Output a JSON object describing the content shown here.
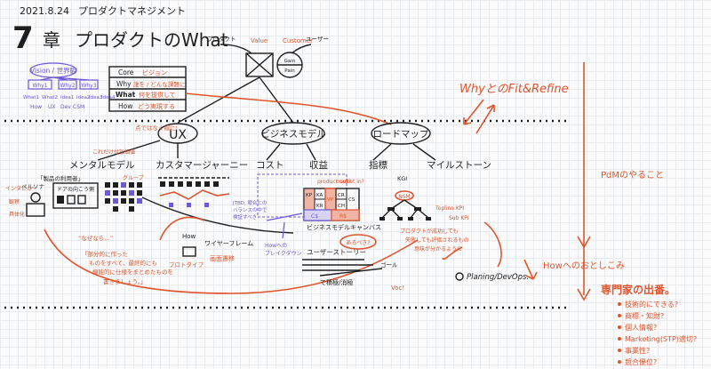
{
  "header": {
    "date": "2021.8.24",
    "series": "プロダクトマネジメント",
    "chapter_num": "7",
    "chapter_suffix": "章",
    "title": "プロダクトのWhat"
  },
  "vision": {
    "title": "Vision / 世界観",
    "items": [
      "Why1",
      "Why2",
      "Why3",
      "What1",
      "What2",
      "Idea1",
      "Idea2",
      "Idea3",
      "Idea4"
    ],
    "row": [
      "How",
      "UX",
      "Dev",
      "CSM"
    ]
  },
  "core_table": {
    "rows": [
      {
        "key": "Core",
        "value": "ビジョン"
      },
      {
        "key": "Why",
        "value": "誰を / どんな課題に"
      },
      {
        "key": "What",
        "value": "何を提供して"
      },
      {
        "key": "How",
        "value": "どう実現する"
      }
    ]
  },
  "value_diagram": {
    "labels": [
      "プロダクト",
      "Value",
      "Customer",
      "ユーザー"
    ],
    "circle": [
      "Gain",
      "Pain"
    ]
  },
  "nodes": {
    "ux": "UX",
    "business": "ビジネスモデル",
    "roadmap": "ロードマップ"
  },
  "ux_branch": {
    "note": "点ではなく線に!",
    "mental_model": "メンタルモデル",
    "customer_journey": "カスタマージャーニー",
    "persona": "ペルソナ",
    "persona_notes": [
      "インタビュー",
      "観察",
      "具体化"
    ],
    "persona_box": "ドアの向こう側",
    "left_notes": [
      "「製品の利用者」",
      "これだけ付加価値"
    ],
    "journey_labels": [
      "グループ",
      "How",
      "ワイヤーフレーム",
      "プロトタイプ",
      "画面遷移"
    ],
    "bottom_quote": [
      "“なぜなら…”",
      "「部分的に作った",
      "ものをすべて、最終的にも",
      "機能的に仕様をまとめたものを",
      "書きましょう。」"
    ]
  },
  "business_branch": {
    "cost": "コスト",
    "revenue": "収益",
    "canvas_label": "ビジネスモデルキャンバス",
    "canvas_cells": [
      "KP",
      "KA",
      "VP",
      "CR",
      "CS",
      "KR",
      "CH",
      "C$",
      "R$"
    ],
    "purple_notes": [
      "JTBD, 競合との",
      "バランスの中で",
      "検証すべき",
      "Howへの",
      "ブレイクダウン"
    ],
    "orange_notes": [
      "product out?",
      "market in?"
    ],
    "user_story": "ユーザーストーリー",
    "bottom_notes": [
      "あるべき?",
      "で積極/消極",
      "Voc!",
      "ゴール"
    ]
  },
  "roadmap_branch": {
    "kpi": "指標",
    "milestone": "マイルストーン",
    "kgi": "KGI",
    "nsm": "NSM",
    "kpi_tree": [
      "Topline KPI",
      "Sub KPI"
    ],
    "note": [
      "プロダクトが成功しても",
      "失敗しても評価されるもの",
      "意味が分かるように"
    ]
  },
  "right_panel": {
    "title": "WhyとのFit&Refine",
    "pdm": "PdMのやること",
    "how_note": "Howへのおとしこみ",
    "planning": "Planing/DevOps.",
    "specialist": "専門家の出番。",
    "bullets": [
      "技術的にできる?",
      "商標・知財?",
      "個人情報?",
      "Marketing(STP)適切?",
      "事業性?",
      "競合優位?"
    ]
  },
  "colors": {
    "ink": "#1f1f1f",
    "accent": "#e0552e",
    "purple": "#6b5bd6",
    "grid": "#e9ecef"
  }
}
